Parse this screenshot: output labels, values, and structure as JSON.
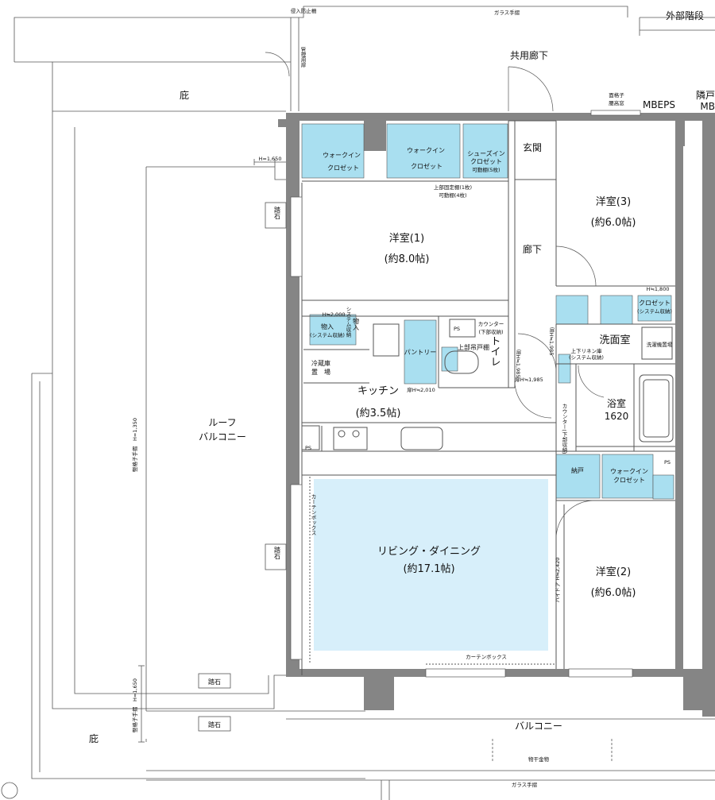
{
  "exterior": {
    "intrusion_fence": "侵入防止柵",
    "glass_railing_top": "ガラス手摺",
    "external_stairs": "外部階段",
    "common_corridor": "共用廊下",
    "management_door": "管理用扉",
    "eaves_top": "庇",
    "eaves_bottom": "庇",
    "mbeps": "MBEPS",
    "adjacent_unit": "隣戸",
    "mb": "MB",
    "louver_window_line1": "面格子",
    "louver_window_line2": "腰高窓",
    "h1650_top": "H=1,650",
    "roof_balcony_line1": "ルーフ",
    "roof_balcony_line2": "バルコニー",
    "vertical_railing_1350": "竪格子手摺　H=1,350",
    "vertical_railing_1650": "竪格子手摺　H=1,650",
    "stepping_stone_1": "踏石",
    "stepping_stone_2": "踏石",
    "stepping_stone_3": "踏石",
    "stepping_stone_4": "踏石",
    "balcony": "バルコニー",
    "clothes_hanger": "物干金物",
    "glass_railing_bottom": "ガラス手摺"
  },
  "rooms": {
    "entrance": "玄関",
    "hallway": "廊下",
    "western1_name": "洋室(1)",
    "western1_size": "(約8.0帖)",
    "western2_name": "洋室(2)",
    "western2_size": "(約6.0帖)",
    "western3_name": "洋室(3)",
    "western3_size": "(約6.0帖)",
    "kitchen_name": "キッチン",
    "kitchen_size": "(約3.5帖)",
    "living_name": "リビング・ダイニング",
    "living_size": "(約17.1帖)",
    "toilet": "トイレ",
    "washroom": "洗面室",
    "bathroom_name": "浴室",
    "bathroom_size": "1620"
  },
  "storage": {
    "walkin1_line1": "ウォークイン",
    "walkin1_line2": "クロゼット",
    "walkin2_line1": "ウォークイン",
    "walkin2_line2": "クロゼット",
    "walkin3_line1": "ウォークイン",
    "walkin3_line2": "クロゼット",
    "shoes_line1": "シューズイン",
    "shoes_line2": "クロゼット",
    "shoes_line3": "可動棚(5枚)",
    "shelf_note_line1": "上部固定棚(1枚)",
    "shelf_note_line2": "可動棚(4枚)",
    "closet_line1": "クロゼット",
    "closet_line2": "(システム収納)",
    "h1800": "H≒1,800",
    "h2000": "H≒2,000",
    "storage1_line1": "物入",
    "storage1_line2": "(システム収納)",
    "storage2_chars": "物入",
    "system_storage_chars": "システム収納",
    "pantry": "パントリー",
    "counter_line1": "カウンター",
    "counter_line2": "(下部収納)",
    "upper_cabinet": "上部吊戸棚",
    "fridge_line1": "冷蔵庫",
    "fridge_line2": "置　場",
    "door_h2010": "扉H≒2,010",
    "door_h1985a": "扉H≒1,985",
    "door_h1985b": "扉H≒1,985",
    "door_h1985c": "扉H≒1,985",
    "linen_line1": "上下リネン庫",
    "linen_line2": "(システム収納)",
    "washing_machine": "洗濯機置場",
    "storeroom": "納戸",
    "counter_vertical": "カウンター(下部収納)",
    "ps1": "PS",
    "ps2": "PS",
    "ps3": "PS",
    "curtain_box_vertical": "カーテンボックス",
    "curtain_box_horizontal": "カーテンボックス",
    "high_door": "ハイドア H≒2,420"
  },
  "colors": {
    "storage_blue": "#a9dff0",
    "living_blue": "#d7effa",
    "wall_gray": "#858585",
    "line": "#555555"
  }
}
